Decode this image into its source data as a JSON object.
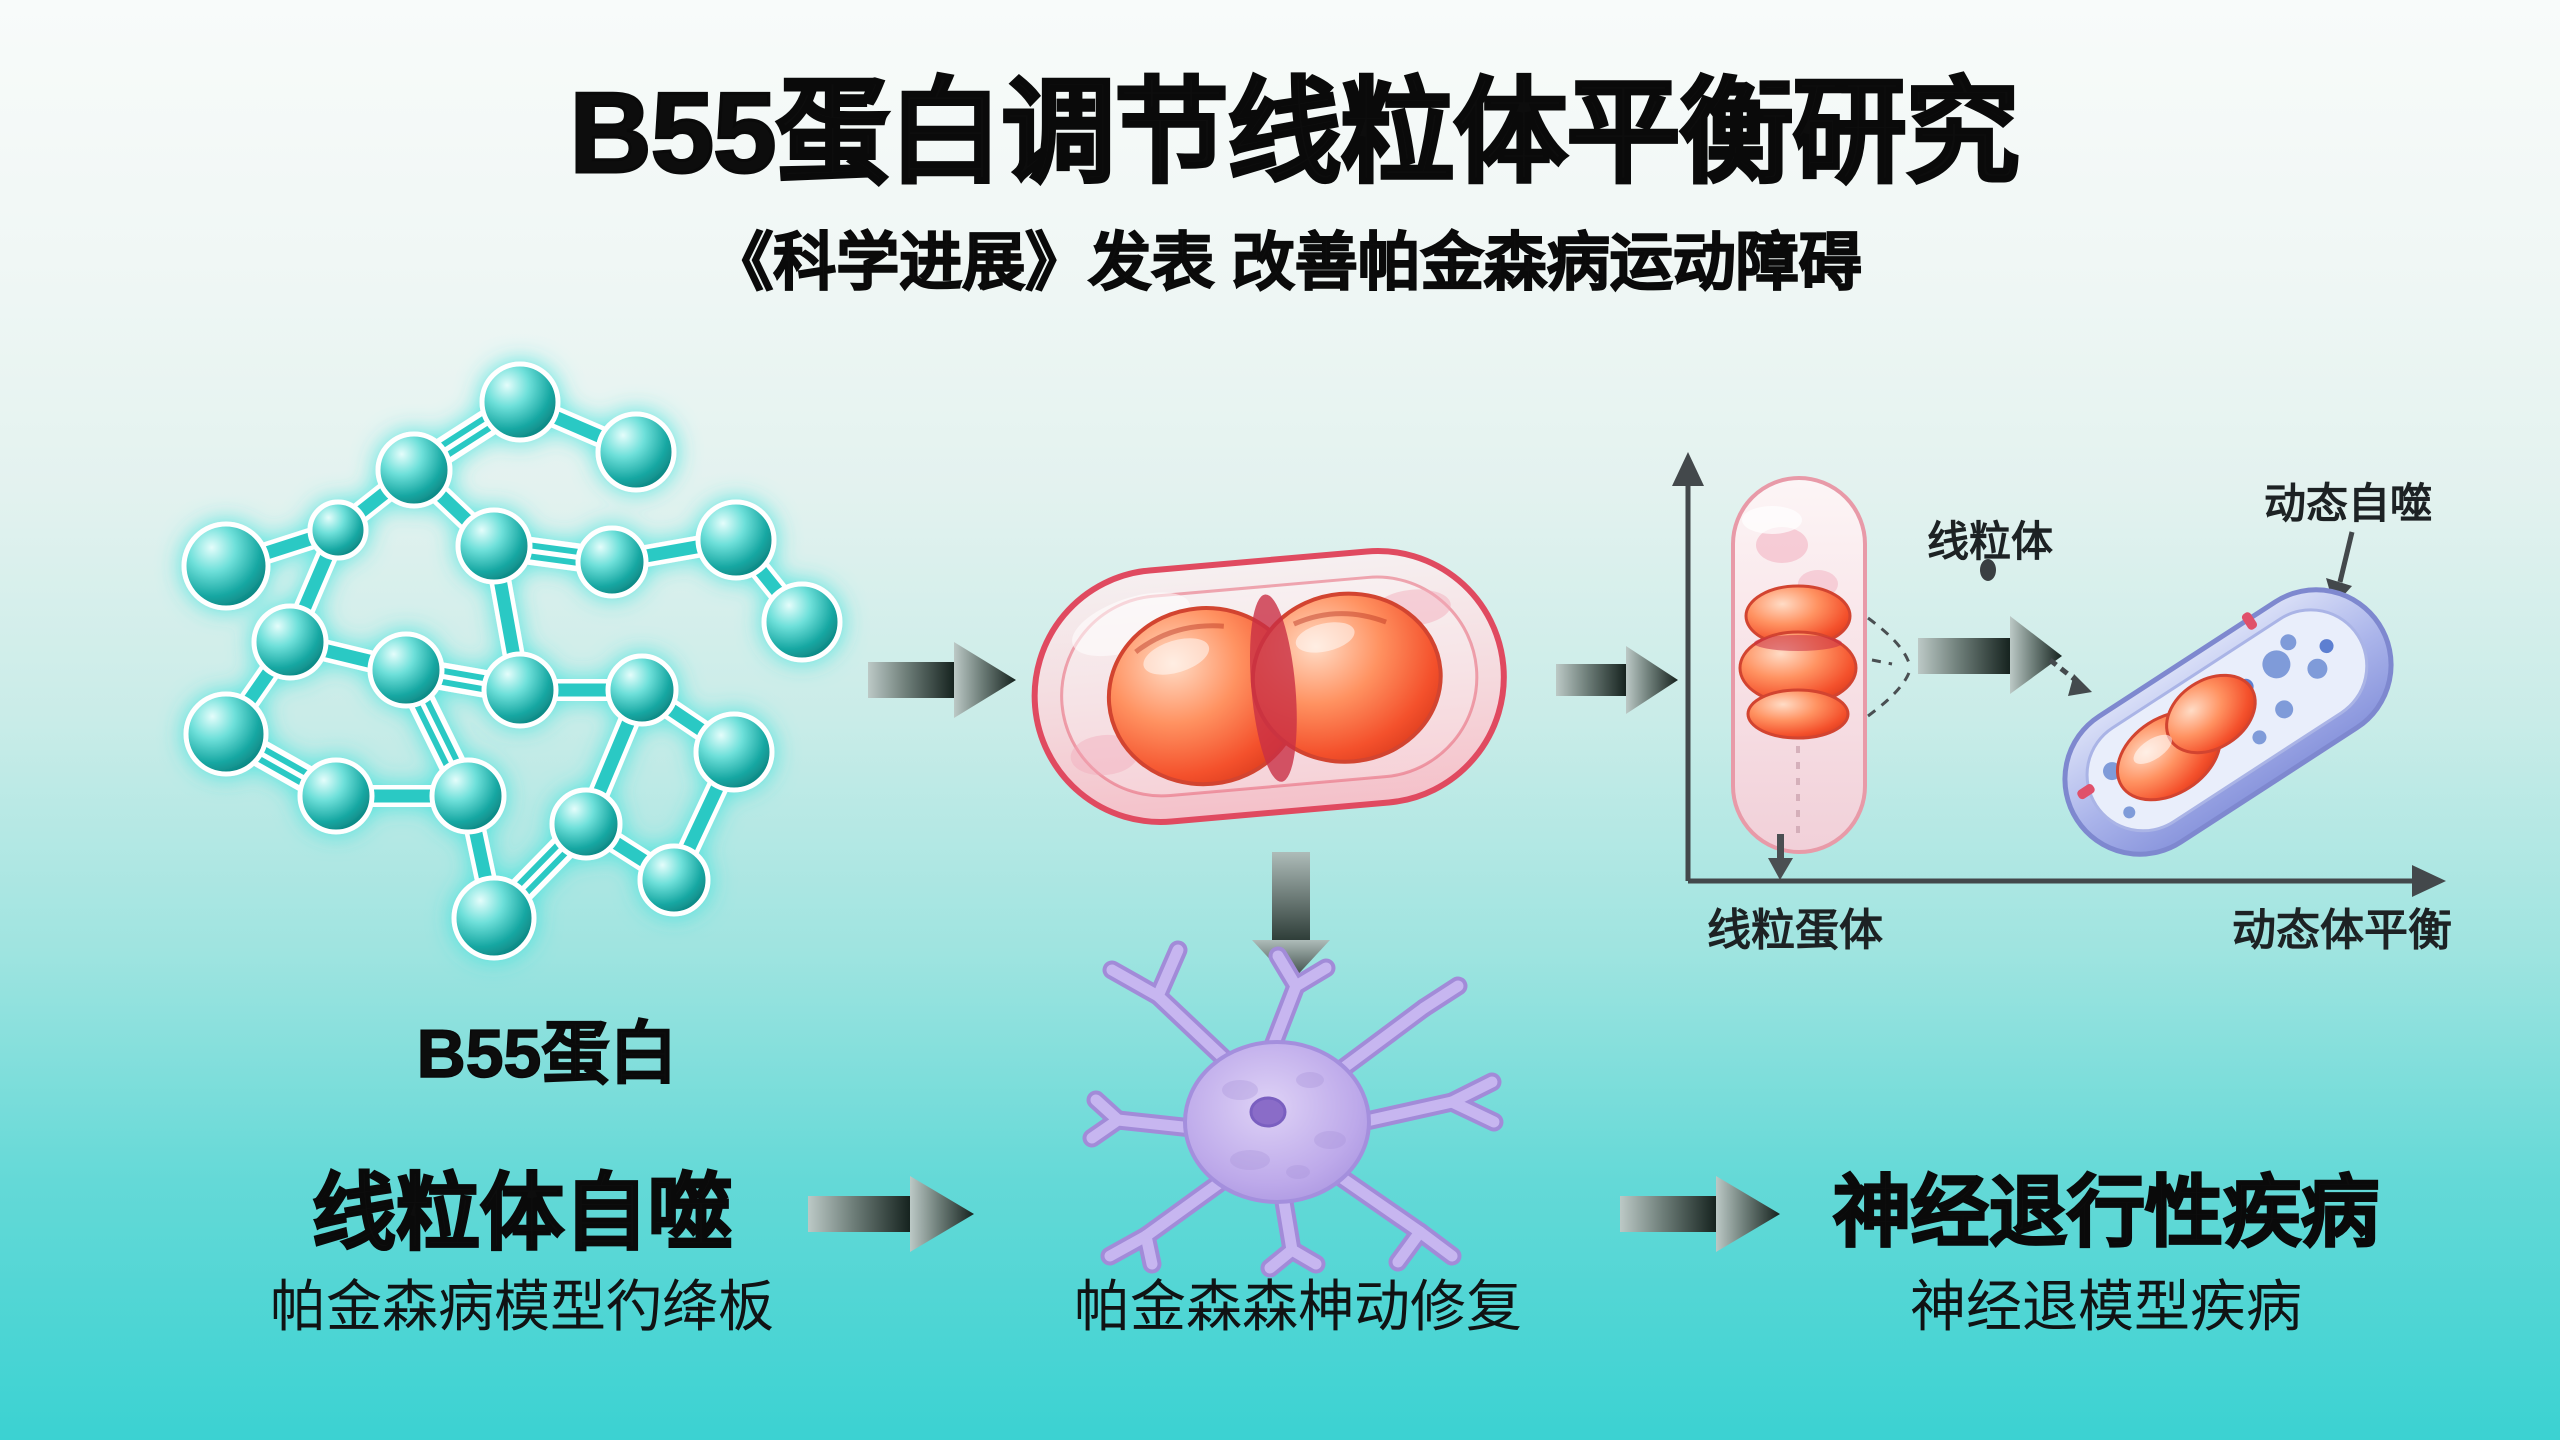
{
  "header": {
    "title": "B55蛋白调节线粒体平衡研究",
    "subtitle": "《科学进展》发表 改善帕金森病运动障碍"
  },
  "molecule": {
    "label": "B55蛋白"
  },
  "steps": {
    "mitophagy": {
      "title": "线粒体自噬",
      "caption": "帕金森病模型彴绛板"
    },
    "neuron": {
      "caption": "帕金森森柛动修复"
    },
    "disease": {
      "title": "神经退行性疾病",
      "caption": "神经退模型疾病"
    }
  },
  "panel": {
    "mito_label": "线粒体",
    "autophagy_label": "动态自噬",
    "x_axis_left": "线粒蛋体",
    "x_axis_right": "动态体平衡"
  },
  "colors": {
    "molecule_teal": "#2ec8c3",
    "mito_red": "#e8452e",
    "membrane_pink": "#e04a60",
    "organelle_blue": "#8a96dd",
    "neuron_purple": "#bda9ea",
    "background_teal": "#3bd2d2",
    "text": "#0d0d0d"
  }
}
